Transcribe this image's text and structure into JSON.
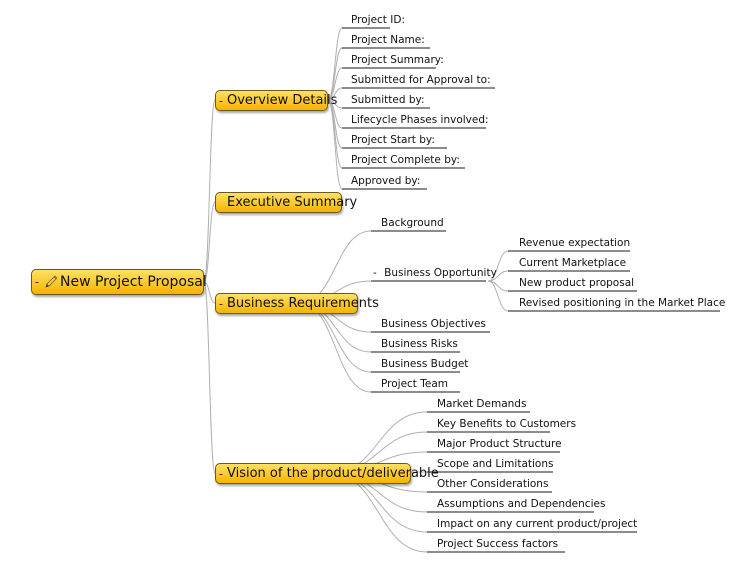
{
  "root": {
    "label": "New Project Proposal",
    "icon": "pencil-icon",
    "collapse_marker": "-"
  },
  "branches": {
    "overview": {
      "label": "Overview Details",
      "collapse_marker": "-",
      "items": [
        "Project ID:",
        "Project Name:",
        "Project Summary:",
        "Submitted for Approval to:",
        "Submitted by:",
        "Lifecycle Phases involved:",
        "Project Start by:",
        "Project Complete by:",
        "Approved by:"
      ]
    },
    "executive": {
      "label": "Executive Summary"
    },
    "business": {
      "label": "Business Requirements",
      "collapse_marker": "-",
      "items": [
        "Background",
        "Business Opportunity",
        "Business Objectives",
        "Business Risks",
        "Business Budget",
        "Project Team"
      ],
      "opportunity_marker": "-",
      "opportunity_items": [
        "Revenue expectation",
        "Current Marketplace",
        "New product proposal",
        "Revised positioning in the Market Place"
      ]
    },
    "vision": {
      "label": "Vision of the product/deliverable",
      "collapse_marker": "-",
      "items": [
        "Market Demands",
        "Key Benefits to Customers",
        "Major Product Structure",
        "Scope and Limitations",
        "Other Considerations",
        "Assumptions and Dependencies",
        "Impact on any current product/project",
        "Project Success factors"
      ]
    }
  },
  "colors": {
    "node_fill_top": "#ffe066",
    "node_fill_bottom": "#f5b400",
    "node_border": "#6b5a1e",
    "connector": "#b0b0b0",
    "underline": "#1a1a1a"
  }
}
